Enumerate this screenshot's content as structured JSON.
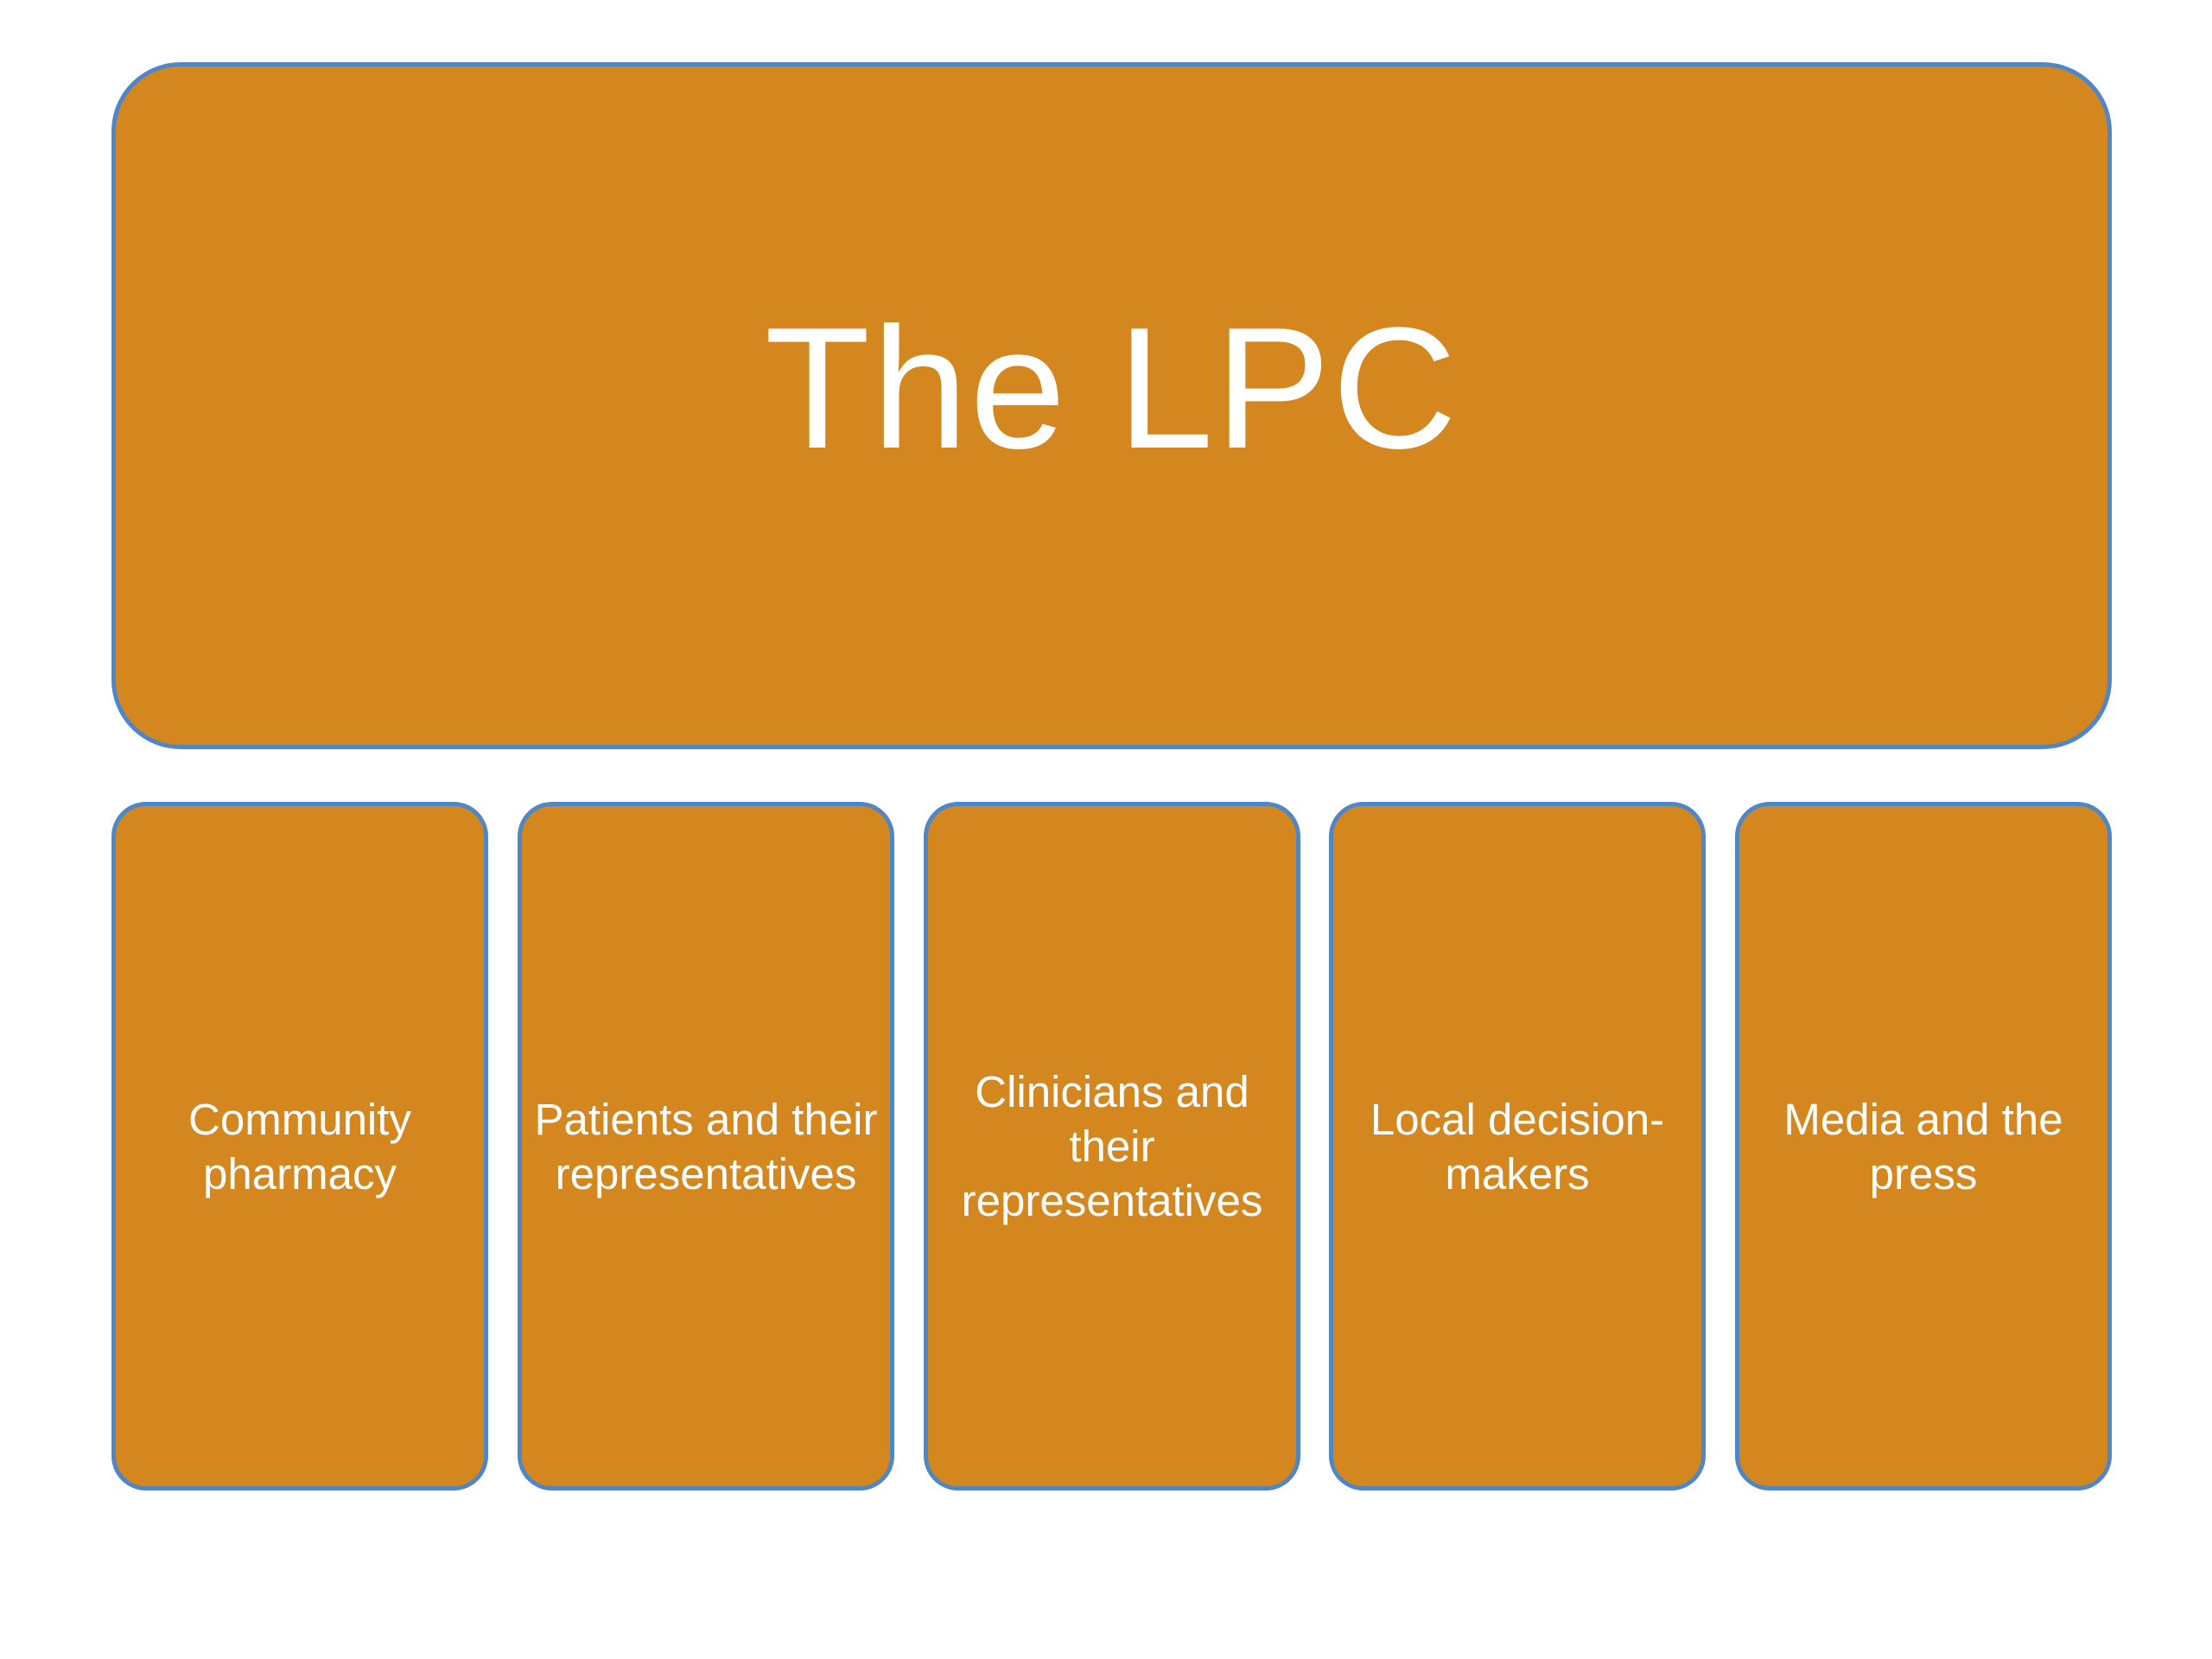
{
  "diagram": {
    "root": {
      "label": "The LPC"
    },
    "children": [
      {
        "label": "Community pharmacy"
      },
      {
        "label": "Patients and their representatives"
      },
      {
        "label": "Clinicians and their representatives"
      },
      {
        "label": "Local decision-makers"
      },
      {
        "label": "Media and the press"
      }
    ]
  },
  "colors": {
    "box_fill": "#d4861f",
    "box_border": "#4f86c6",
    "text": "#ffffff"
  }
}
